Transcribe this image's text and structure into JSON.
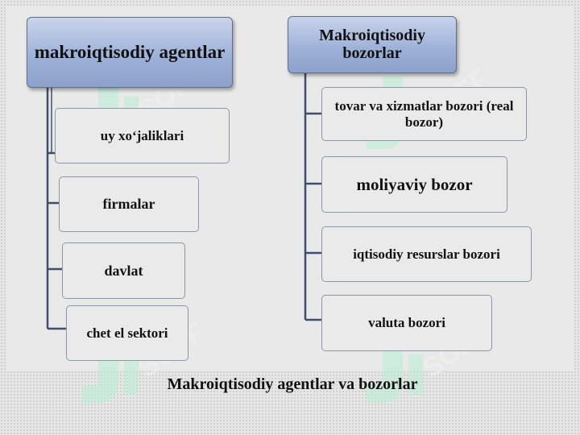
{
  "left": {
    "header": "makroiqtisodiy agentlar",
    "items": [
      "uy xo‘jaliklari",
      "firmalar",
      "davlat",
      "chet el sektori"
    ]
  },
  "right": {
    "header": "Makroiqtisodiy bozorlar",
    "items": [
      "tovar va xizmatlar bozori (real bozor)",
      "moliyaviy bozor",
      "iqtisodiy resurslar bozori",
      "valuta bozori"
    ]
  },
  "caption": "Makroiqtisodiy agentlar va bozorlar",
  "watermark": "SOFF",
  "colors": {
    "header_fill": "#9fb2d8",
    "header_border": "#5e6f8a",
    "connector": "#3f4f6b",
    "node_border": "#8b97ad",
    "watermark": "#b9f0d6"
  }
}
